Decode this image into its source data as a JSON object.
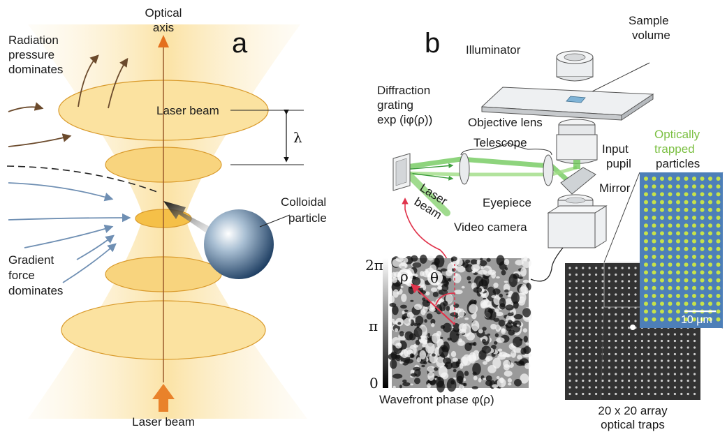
{
  "panel_a": {
    "letter": "a",
    "optical_axis": [
      "Optical",
      "axis"
    ],
    "radiation": [
      "Radiation",
      "pressure",
      "dominates"
    ],
    "laser_beam_top": "Laser beam",
    "lambda": "λ",
    "colloidal": [
      "Colloidal",
      "particle"
    ],
    "gradient": [
      "Gradient",
      "force",
      "dominates"
    ],
    "laser_beam_bottom": "Laser beam"
  },
  "panel_b": {
    "letter": "b",
    "sample_volume": [
      "Sample",
      "volume"
    ],
    "illuminator": "Illuminator",
    "diffraction": [
      "Diffraction",
      "grating",
      "exp (iφ(ρ))"
    ],
    "objective_lens": "Objective lens",
    "telescope": "Telescope",
    "input_pupil": [
      "Input",
      "pupil"
    ],
    "optically_trapped": [
      "Optically",
      "trapped"
    ],
    "particles": "particles",
    "laser_beam": [
      "Laser",
      "beam"
    ],
    "mirror": "Mirror",
    "eyepiece": "Eyepiece",
    "video_camera": "Video camera",
    "phase_max": "2π",
    "phase_mid": "π",
    "phase_min": "0",
    "rho": "ρ",
    "theta": "θ",
    "wavefront": "Wavefront phase φ(ρ)",
    "scale_bar": "10 μm",
    "array_caption": [
      "20 x 20 array",
      "optical traps"
    ]
  }
}
